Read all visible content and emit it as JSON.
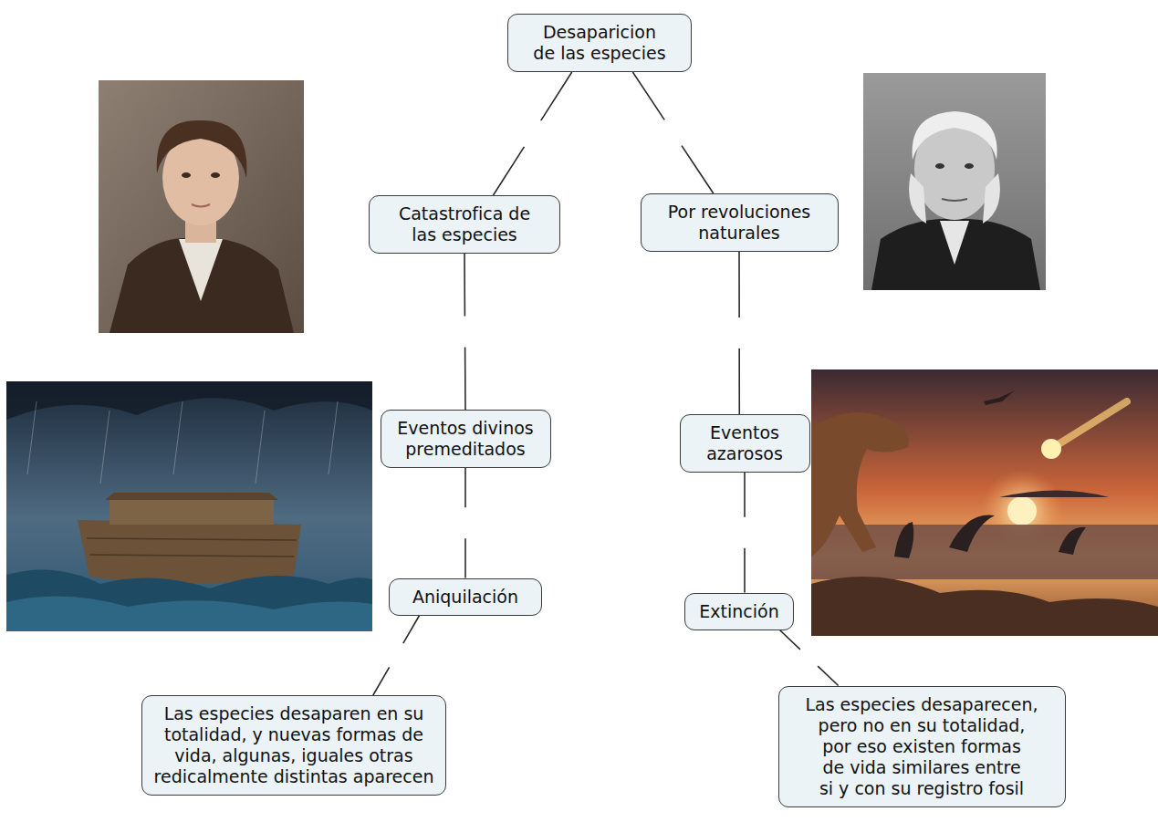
{
  "diagram": {
    "nodes": [
      {
        "text": [
          "Desaparicion de las especies"
        ]
      },
      {
        "text": [
          "Catastrofica de las especies"
        ]
      },
      {
        "text": [
          "Por revoluciones naturales"
        ]
      },
      {
        "text": [
          "Eventos divinos premeditados"
        ]
      },
      {
        "text": [
          "Eventos azarosos"
        ]
      },
      {
        "text": [
          "Aniquilación"
        ]
      },
      {
        "text": [
          "Extinción"
        ]
      },
      {
        "text": [
          "Las especies desaparen en su totalidad, y nuevas formas de vida, algunas, iguales otras redicalmente distintas aparecen"
        ]
      },
      {
        "text": [
          "Las especies desaparecen, pero no en su totalidad, por eso existen formas de vida similares entre si y con su registro fosil"
        ]
      }
    ],
    "edges": [
      {
        "from": 0,
        "to": 1,
        "arrow": "none"
      },
      {
        "from": 0,
        "to": 2,
        "arrow": "none"
      },
      {
        "from": 1,
        "to": 3,
        "arrow": "none"
      },
      {
        "from": 2,
        "to": 4,
        "arrow": "none"
      },
      {
        "from": 3,
        "to": 5,
        "arrow": "none"
      },
      {
        "from": 4,
        "to": 6,
        "arrow": "none"
      },
      {
        "from": 5,
        "to": 7,
        "arrow": "none"
      },
      {
        "from": 6,
        "to": 8,
        "arrow": "none"
      }
    ]
  }
}
